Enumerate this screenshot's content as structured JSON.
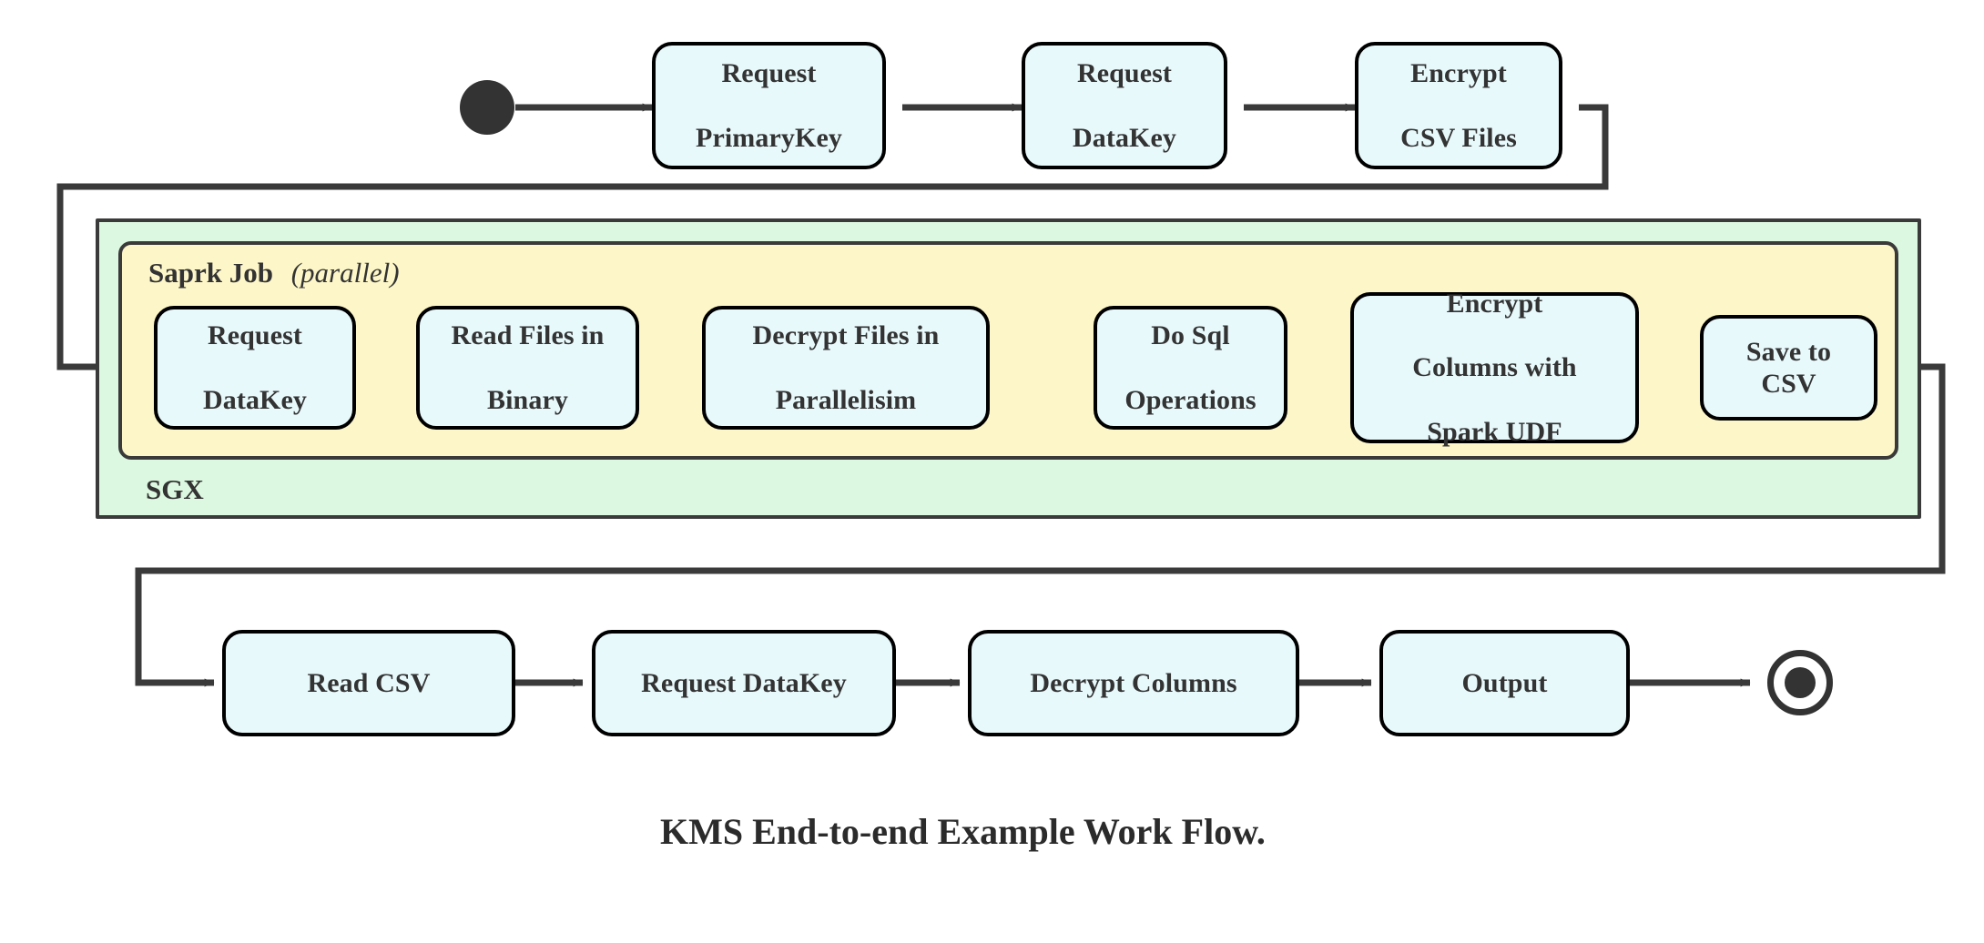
{
  "diagram": {
    "caption": "KMS End-to-end Example Work Flow.",
    "colors": {
      "node_fill": "#e8f9fc",
      "node_border": "#000000",
      "sgx_fill": "#dcf8e0",
      "spark_fill": "#fdf6c8",
      "group_border": "#3a3a3a",
      "connector": "#3a3a3a",
      "terminal": "#333333",
      "text": "#333333"
    },
    "groups": {
      "sgx": {
        "label": "SGX"
      },
      "spark": {
        "label": "Saprk Job",
        "mode": "(parallel)"
      }
    },
    "terminals": {
      "start": "start-state",
      "end": "end-state"
    },
    "rows": {
      "top": {
        "nodes": [
          {
            "id": "request-primarykey",
            "lines": [
              "Request",
              "PrimaryKey"
            ]
          },
          {
            "id": "request-datakey-top",
            "lines": [
              "Request",
              "DataKey"
            ]
          },
          {
            "id": "encrypt-csv-files",
            "lines": [
              "Encrypt",
              "CSV Files"
            ]
          }
        ]
      },
      "spark": {
        "nodes": [
          {
            "id": "request-datakey-spark",
            "lines": [
              "Request",
              "DataKey"
            ]
          },
          {
            "id": "read-files-in-binary",
            "lines": [
              "Read Files in",
              "Binary"
            ]
          },
          {
            "id": "decrypt-files-in-parallelisim",
            "lines": [
              "Decrypt Files in",
              "Parallelisim"
            ]
          },
          {
            "id": "do-sql-operations",
            "lines": [
              "Do Sql",
              "Operations"
            ]
          },
          {
            "id": "encrypt-columns-with-spark-udf",
            "lines": [
              "Encrypt",
              "Columns with",
              "Spark UDF"
            ]
          },
          {
            "id": "save-to-csv",
            "lines": [
              "Save to CSV"
            ]
          }
        ]
      },
      "bottom": {
        "nodes": [
          {
            "id": "read-csv",
            "lines": [
              "Read CSV"
            ]
          },
          {
            "id": "request-datakey-bottom",
            "lines": [
              "Request DataKey"
            ]
          },
          {
            "id": "decrypt-columns",
            "lines": [
              "Decrypt Columns"
            ]
          },
          {
            "id": "output",
            "lines": [
              "Output"
            ]
          }
        ]
      }
    }
  }
}
